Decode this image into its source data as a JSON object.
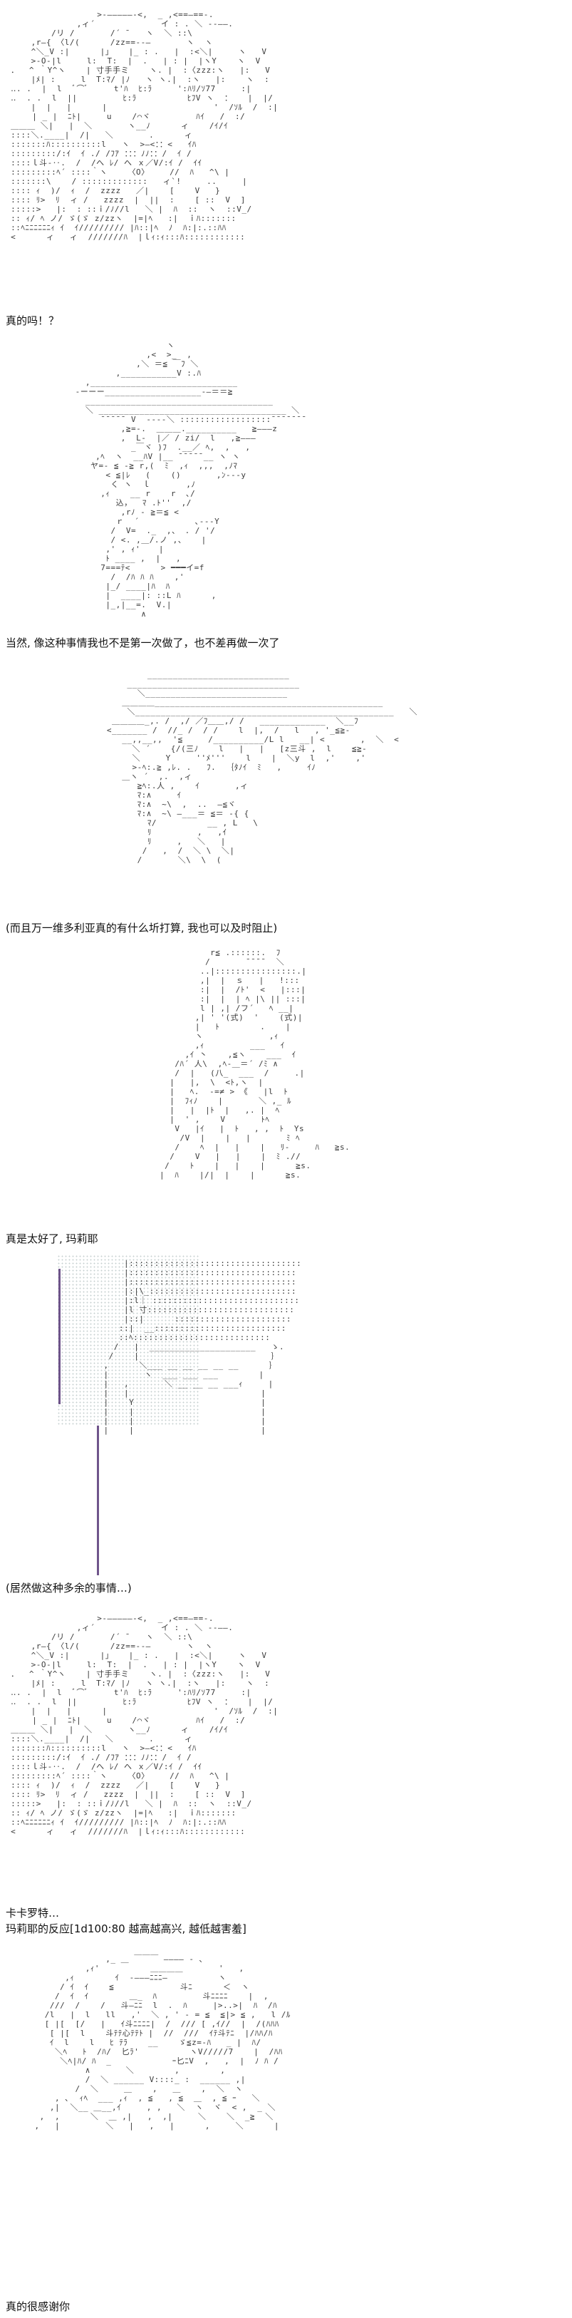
{
  "panels": [
    {
      "art": "                  >-―――――-<,  _ ,<==―==-.\n              ,ィ´             イ : . ＼ ‐‐――.\n         /リ /       /´ ̄    ヽ  ＼ ::\\\n     ,r―{ 〈l/(      /zz==‐‐―       ヽ  ヽ\n     ^＼_V :|      |」   |_ : .   |  :<＼|     ヽ   V\n     >-O-|l     l:  T:  |  .   | : |  |ヽY    ヽ  V\n ．  ^ ｀Y^ヽ    | 寸手手ミ    ヽ. |  :〈zzz:ヽ   |:   V\n     |ﾒ| :     l  T:ﾏ/ |ﾉ   ヽ ヽ.|  :ヽ   |:    ヽ  :\n ‥. .  |  l  ﾞ⌒ﾞ     t'ﾊ  ﾋ:ﾗ     ':ﾊﾘ/ｿ77     :|\n ‥  . .  l  ||         ﾋ:ﾗ          ﾋﾌV ヽ  ：   |  |/\n     |  |   |      |                     '  /ｿﾙ  /  :|\n 　　 | _ |  ﾆﾄ|     u    /⌒ヾ         ﾊｲ   /  :/\n ＿＿＿ ＼|   |  ＼       ヽ__ﾉ      ィ    /ｲ/ｲ\n ::::＼.____|  /|   ＼       .      ィ\n :::::::ﾊ::::::::::l   ヽ  >―<：：<   ｲﾊ\n :::::::::/:ｲ  ｲ ./ /ﾌｱ ：：：ﾉﾉ：：/  ｲ /\n ::::ｌ斗-‥.  /  /へ ﾚ/ へ ｘ／V/:ｲ /  ｲｲ\n :::::::::ﾍ´ ::::｀ヽ    〈O〉    //  ﾊ   ^\\ |\n :::::::\\    / :::::::::::::   ィ`!     ..     |\n :::: ｨ  )/  ｨ  /  zzzz   ／|    [    V   }\n :::: ﾘ>  ﾘ  ィ /   zzzz  |  ||  :    [ ::  V  ]\n :::::>   |:  : ::ｉ/ﾉ//l   ＼ |  ﾊ  ::  ヽ  ::V_/\n :: ｨ/ ﾍ ノ/ ゞ(ゞ z/zzヽ  |=|ﾍ   :|  ｉﾊ:::::::\n ::ﾍﾆﾆﾆﾆﾆﾆｨ ｲ  ｲ///////// |ﾊ::|ﾍ  ﾉ  ﾊ:|:.::ﾊﾊ\n <      ィ   ィ  ///////ﾊ  |ｌｨ:ｨ:::ﾊ::::::::::::",
      "lines": [
        "真的吗！？"
      ]
    },
    {
      "art": "                       ヽ\n                   ,<  >_  ,\n                 ,＼ ＝≦ ￣ﾌ ＼\n             ,___________V :.ﾊ\n       ,_____________________________\n     -ーーー___________________-―＝＝≧\n       _____________________________________\n       ＼ _____________________________________ ＼\n          ¯¯¯¯¯ V  ----＼ ::::::::::::::::::¯¯¯¯¯¯¯\n              ,≧=-.  ＿＿＿.__________   ≧―――z\n              ,  L-  |／ / zi/  l   ,≧―――\n                _￣ヾ )ﾌ  .__／ ﾍ,  ,   ,\n         ,ﾍ  ヽ  __ﾊV |__ ¯¯¯¯¯__ ヽ ヽ\n        ヤ=- ≦ -≧ r,(  ﾐ  ,ｨ  ,,,  ,ﾉﾏ\n           < ≦|ﾚ   (    ()       ,ﾝ---y\n            く ヽ  ｌ       ,ﾉ\n          ,ｨ    __ r    r  ､/\n             込，  ﾏ .ﾄ''  ,/\n              ,rﾉ - ≧＝≦ <\n             ｒ  ´           ､---Y\n            /  V=  ._  ,、 . / '/\n            / <. ,＿/.ノ ,、   |\n           ,' , ｨ' 　 |\n           ﾄ ____ ,  |   ,\n          7===ﾃ<      > ━━━イ=f\n            /  /ﾊ ﾊ ﾊ    ,'\n           |_/ ____|ﾊ  ﾊ\n           |  ____|: ::L ﾊ      ,\n           |_,|__=.  V.|\n                  ∧",
      "lines": [
        "当然, 像这种事情我也不是第一次做了，也不差再做一次了"
      ]
    },
    {
      "art": "               ____________________________\n           __________________________________\n             ＼____________________________\n          ＿＿＿＿_____________________________________________\n           ＼___________________________________________________   ＼\n        ＿＿＿＿_,. /  ,/ ／ﾌ＿＿,/ /   _____________  ＼__ﾌ\n       <_______ /  //_ /  / /    l  |,  /   l   , '_≦≧-\n          __,,__,,  '≦     /__________/L l   __| <       ,  ＼  <\n            ＼ ´    {/(三ﾉ    l   |   |   [z三斗 ,  l    ≦≧-\n            ＼     Y     ''ﾒ'''    l    |  ＼y  l  ,'    ,'\n            >-ﾍ:.≧ ,ﾚ. .   ﾌ.  ｛ﾀﾉｲ  ﾐ   ,     ｲﾉ\n          ＿ヽ ´  ,.  ,ィ\n             ≧ﾍ:.人 ,    ｲ       ,ィ\n             ﾏ:∧     ｲ\n             ﾏ:∧  ~\\  ,  ..  ―≦ヾ\n             ﾏ:∧  ~\\ ―___＝ ≦＝ -{ {\n               ﾏ/          __ , L   \\\n               ﾘ         ,   ,ｲ\n               ﾘ     ,   ＼   |\n              /   ,  /  ＼ \\  ＼|\n             /       ＼\\  \\  (",
      "lines": [
        "(而且万一维多利亚真的有什么圻打算, 我也可以及时阻止)"
      ]
    },
    {
      "art": "                          r≦ .::::::.  ﾌ\n                         /       ¯¯¯¯  ＼\n                        ..|::::::::::::::::.|\n                        ,|  |  ｓ   |   !:::\n                        :|  |  /ﾄ'  <   |:::|\n                        :|  |  | ﾍ |\\ || :::| \n                        l | ,| /フ´   ﾍ __|\n                       ,| ' '(式)  '    (式)|\n                       |   ﾄ        .    |\n                       ヽ             ,ｨ\n                       ,ｨ         ___   ｲ\n                     ,ｲ 丶    ,≦ヽ    ___  ｲ\n                   /ﾊ´ 人\\  ,ﾍ-＿＝´ /ﾐ ∧\n                   /  |   (八_  ___  /     .|\n                  |   |,  \\  <ﾄ,ヽ  |\n                  |   ﾍ.  -=≠ > 《   |l  ﾄ\n                  |  ﾌｨﾉ    |       ＼ ,_ ﾙ\n                  |   |  |ﾄ  |   ,. |  ﾍ\n                  |  ' ,    V       ﾄﾍ\n                   V   |ｲ   |  ﾄ   , ,  ﾄ  Ys\n                    /V  |    |   |       ﾐ ﾍ\n                   /    ﾍ  |   |    |   ﾘ-     ﾊ   ≧s.\n                  /    V   |   |    |  ﾐ .//\n                 /    ﾄ    |   |    |      ≧s.\n                |  ﾊ    |/|  |    |      ≧s.",
      "lines": [
        "真是太好了, 玛莉耶"
      ]
    },
    {
      "art": "                |::::::::::::::::::::::::::::::::::\n                |:::::::::::::::::::::::::::::::::\n                |:::::::::::::::::::::::::::::::::\n                |:|\\_:::::::::::::::::::::::::::::\n                |:l｜ :::::::::::::::::::::::::::::\n                |l 寸:::::::::::::::::::::::::::::\n                |::|      :::::::::::::::::::::::\n               ::|  __::::::::::::::::::::::::::\n               ::ﾍ:::::::::::::::::::::::::::\n              /   |  _____________________   ゝ.\n             /    |                          ｝\n            ,      ＼___ __ __ __ __ __      ｝\n            |       ヽ  ___ ___ ___        |\n            |   ,       ＼ __ __ __ ___ｨ     |\n            |   |                          |\n            |    Y                         |\n            |    |                         |\n            |    |                         |\n            |    |                         |",
      "lines": [
        "(居然做这种多余的事情…)"
      ]
    },
    {
      "art": "                  >-―――――-<,  _ ,<==―==-.\n              ,ィ´             イ : . ＼ ‐‐――.\n         /リ /       /´ ̄    ヽ  ＼ ::\\\n     ,r―{ 〈l/(      /zz==‐‐―       ヽ  ヽ\n     ^＼_V :|      |」   |_ : .   |  :<＼|     ヽ   V\n     >-O-|l     l:  T:  |  .   | : |  |ヽY    ヽ  V\n ．  ^ ｀Y^ヽ    | 寸手手ミ    ヽ. |  :〈zzz:ヽ   |:   V\n     |ﾒ| :     l  T:ﾏ/ |ﾉ   ヽ ヽ.|  :ヽ   |:    ヽ  :\n ‥. .  |  l  ﾞ⌒ﾞ     t'ﾊ  ﾋ:ﾗ     ':ﾊﾘ/ｿ77     :|\n ‥  . .  l  ||         ﾋ:ﾗ          ﾋﾌV ヽ  ：   |  |/\n     |  |   |      |                     '  /ｿﾙ  /  :|\n 　　 | _ |  ﾆﾄ|     u    /⌒ヾ         ﾊｲ   /  :/\n ＿＿＿ ＼|   |  ＼       ヽ__ﾉ      ィ    /ｲ/ｲ\n ::::＼.____|  /|   ＼       .      ィ\n :::::::ﾊ::::::::::l   ヽ  >―<：：<   ｲﾊ\n :::::::::/:ｲ  ｲ ./ /ﾌｱ ：：：ﾉﾉ：：/  ｲ /\n ::::ｌ斗-‥.  /  /へ ﾚ/ へ ｘ／V/:ｲ /  ｲｲ\n :::::::::ﾍ´ ::::｀ヽ    〈O〉    //  ﾊ   ^\\ |\n :::: ｨ  )/  ｨ  /  zzzz   ／|    [    V   }\n :::: ﾘ>  ﾘ  ィ /   zzzz  |  ||  :    [ ::  V  ]\n :::::>   |:  : ::ｉ/ﾉ//l   ＼ |  ﾊ  ::  ヽ  ::V_/\n :: ｨ/ ﾍ ノ/ ゞ(ゞ z/zzヽ  |=|ﾍ   :|  ｉﾊ:::::::\n ::ﾍﾆﾆﾆﾆﾆﾆｨ ｲ  ｲ///////// |ﾊ::|ﾍ  ﾉ  ﾊ:|:.::ﾊﾊ\n <      ィ   ィ  ///////ﾊ  |ｌｨ:ｨ:::ﾊ::::::::::::",
      "lines": [
        "卡卡罗特…",
        "玛莉耶的反应[1d100:80  越高越高兴, 越低越害羞]"
      ]
    },
    {
      "art": "                  ,_ ＿ ￣￣￣ ―――― - ､\n              ,ｨ'          ＿＿＿＿       '   ,\n          ,ｨ        ｲ  -―――ﾆﾆﾆ―          ヽ\n         / ｲ  ｲ    ≦             斗ﾆ      ＜  ヽ\n        /  ｲ  ｲ        ＿_  ﾊ         斗ﾆﾆﾆﾆ    |  ,\n       ///  /    /   斗―ﾆﾆ  l  .  ﾊ     |>..>|  ﾊ  /ﾊ\n      /l   |  l   ll   ,'  ＼ , ' - = ≦  ≦|> ≦ ,   l /ﾙ\n      [ |[  [/   |   ｲ斗ﾆﾆﾆﾆ|  /  /// [ ,ｲ//  |  /(ﾊﾊﾊ\n       [ |[  l    斗ﾃﾃ心ﾃﾃﾄ |  //  ///  ｲﾃ斗ﾃﾆ  |/ﾊﾊ/ﾊ\n       ｲ  l    l   ﾋ ﾃﾗ    __    ゞ≦z=-ﾊ   _ |  ﾊ/\n        ＼ﾍ   ﾄ  /ﾊ/  匕ﾗ'          ヽV/////7    |  /ﾊﾊ\n         ＼ﾍ|ﾊ/ ﾊ  _            ｰ匕ﾆV  ,   ,  |  ﾉ ﾊ /\n              ∧       ＼        ,        ,\n              /  ＼ ______ V::::_ :  ______ ,|\n            /  ＼     ＿    ,   ＿    ,  ＼  ヽ\n        , ､  ｨﾍ  ___ ,ｨ  , ≦   , ≦  ＿  , ≦ ｰ   ＼\n       ,|  ＼__ ＿__,ｲ     , ,   ＼  ヽ  ヾ  < ,  _ ＼\n     ,  ,      ＼  ＿ ,|   ,  ,|     ＼    ＼  _≧  ＼\n    ,   |         ＼   |   ,   |      ,     ＼      |",
      "lines": [
        "真的很感谢你"
      ]
    }
  ]
}
